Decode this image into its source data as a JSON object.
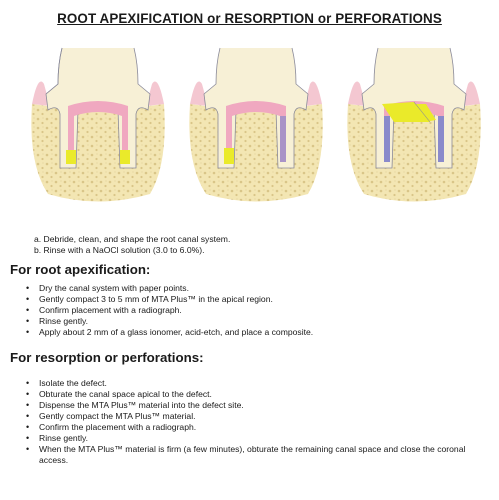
{
  "title": "ROOT APEXIFICATION or RESORPTION or PERFORATIONS",
  "steps_intro": [
    "a. Debride, clean, and shape the root canal system.",
    "b. Rinse with a NaOCl solution (3.0 to 6.0%)."
  ],
  "apexification": {
    "heading": "For root apexification:",
    "items": [
      "Dry the canal system with paper points.",
      "Gently compact 3 to 5 mm of MTA Plus™ in the apical region.",
      "Confirm placement with a radiograph.",
      "Rinse gently.",
      "Apply about 2 mm of a glass ionomer, acid-etch, and place a composite."
    ]
  },
  "resorption": {
    "heading": "For resorption or perforations:",
    "items": [
      "Isolate the defect.",
      "Obturate the canal space apical to the defect.",
      "Dispense the MTA Plus™ material into the defect site.",
      "Gently compact the MTA Plus™ material.",
      "Confirm the placement with a radiograph.",
      "Rinse gently.",
      "When the MTA Plus™ material is firm (a few minutes), obturate the remaining canal space and close the coronal access."
    ]
  },
  "colors": {
    "bone": "#f3e6b3",
    "bone_dot": "#d8c483",
    "gum": "#f1b9c6",
    "root": "#f7f0d6",
    "canal": "#f0a8c0",
    "mta": "#eaea2a",
    "obturation": "#8a8acb"
  }
}
